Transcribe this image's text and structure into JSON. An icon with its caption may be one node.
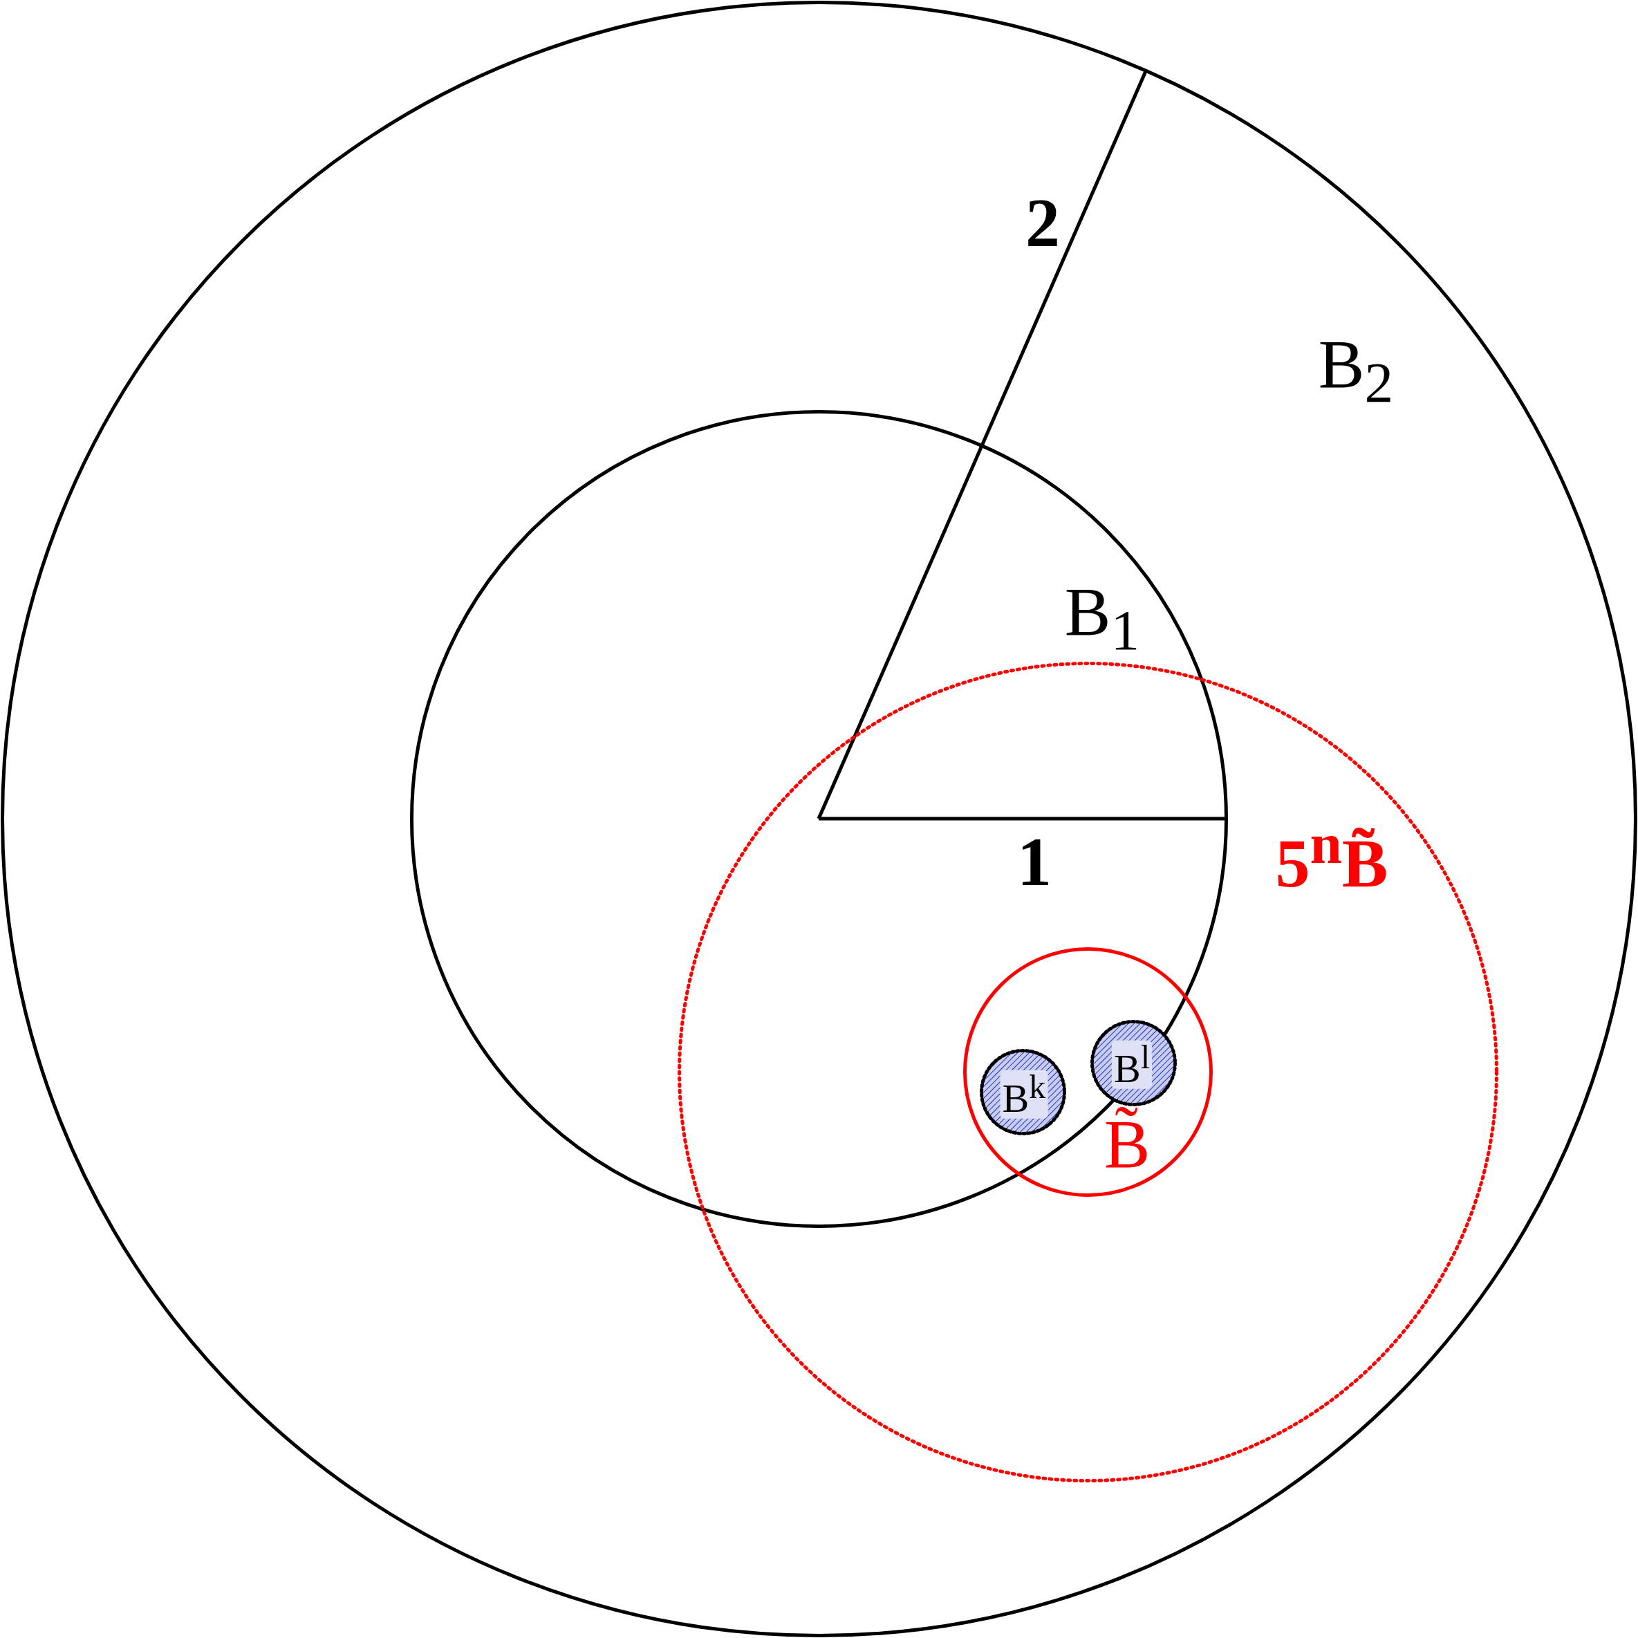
{
  "diagram": {
    "nodes": [
      {
        "text": [
          "B$_{2}$"
        ]
      },
      {
        "text": [
          "B$_{1}$"
        ],
        "in": 0
      },
      {
        "text": [
          "5$^{n}$B̃"
        ],
        "in": 0
      },
      {
        "text": [
          "B̃"
        ]
      },
      {
        "text": [
          "B$^{k}$"
        ],
        "in": 3
      },
      {
        "text": [
          "B$^{l}$"
        ],
        "in": 3
      }
    ],
    "labels": [
      "2",
      "1"
    ]
  }
}
